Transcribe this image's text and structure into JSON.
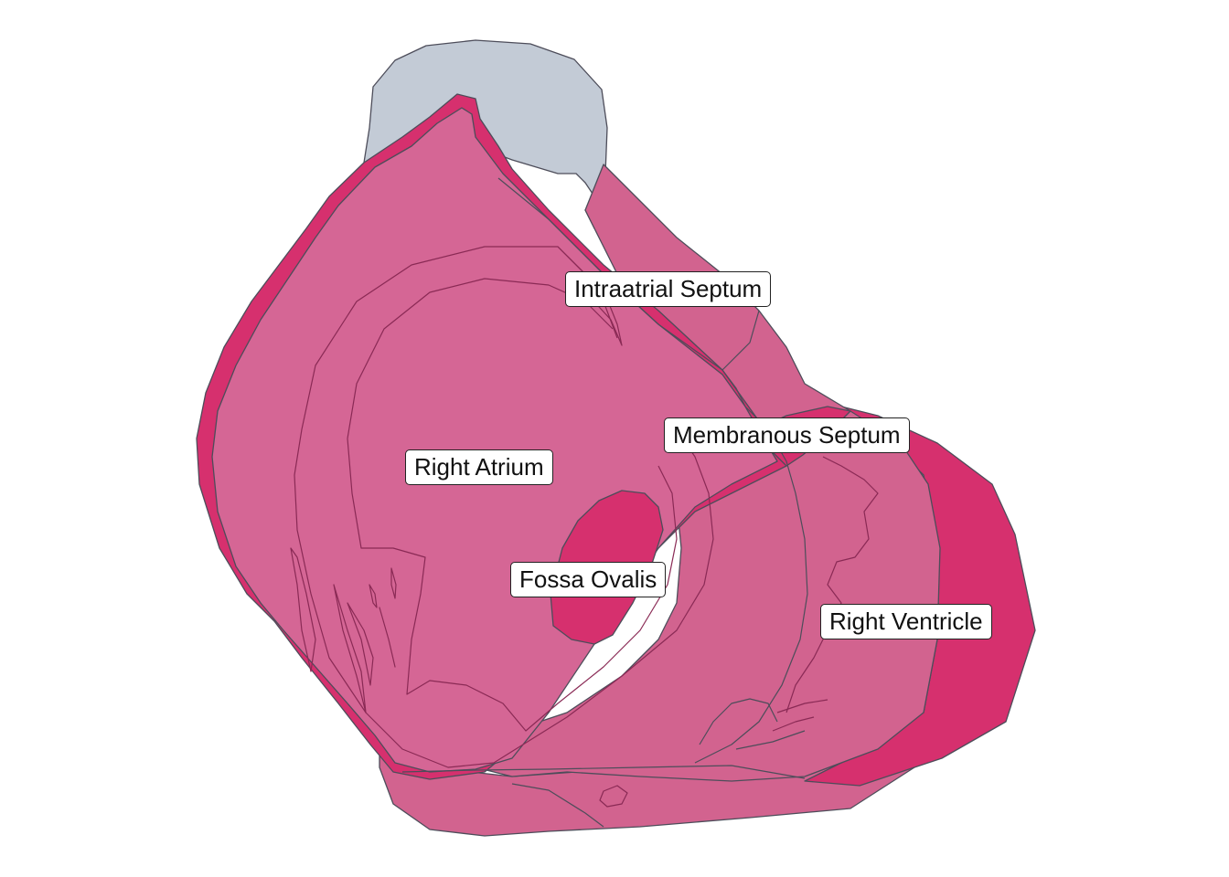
{
  "labels": {
    "intraatrial_septum": "Intraatrial Septum",
    "membranous_septum": "Membranous Septum",
    "right_atrium": "Right Atrium",
    "fossa_ovalis": "Fossa Ovalis",
    "right_ventricle": "Right Ventricle"
  },
  "colors": {
    "background": "#ffffff",
    "vessel_gray": "#c3cbd6",
    "wall_dark_pink": "#d6306e",
    "chamber_pink": "#d56695",
    "chamber_pink_alt": "#d2638f",
    "outline": "#4d4d5a"
  }
}
